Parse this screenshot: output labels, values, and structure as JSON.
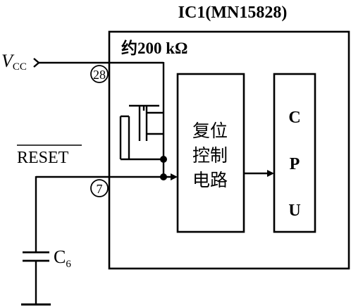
{
  "ic": {
    "title": "IC1(MN15828)",
    "resistor_label": "约200 kΩ"
  },
  "pins": {
    "vcc_label_main": "V",
    "vcc_label_sub": "CC",
    "vcc_pin_number": "28",
    "reset_label": "RESET",
    "reset_pin_number": "7"
  },
  "blocks": {
    "reset_control_lines": [
      "复位",
      "控制",
      "电路"
    ],
    "cpu_letters": [
      "C",
      "P",
      "U"
    ]
  },
  "capacitor": {
    "label_main": "C",
    "label_sub": "6"
  }
}
